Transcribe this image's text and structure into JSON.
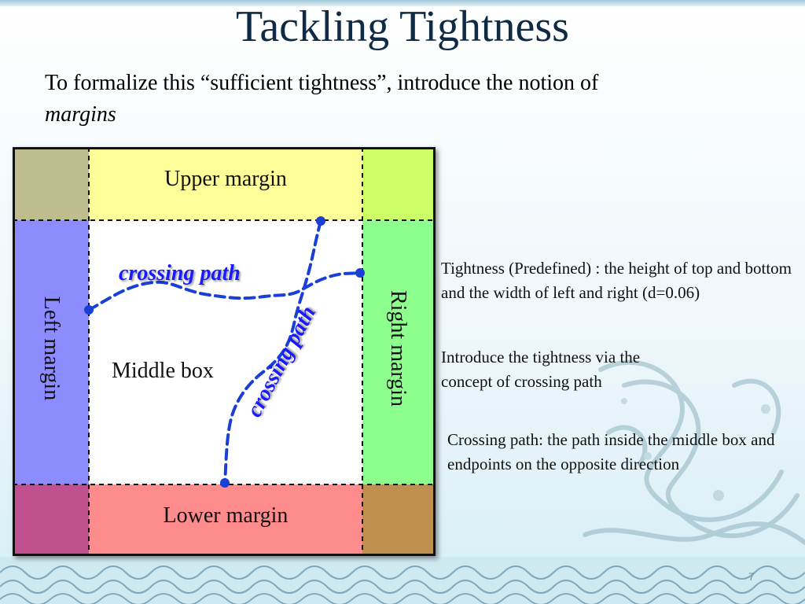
{
  "slide": {
    "title": "Tackling Tightness",
    "intro_text": "To formalize this “sufficient tightness”, introduce the notion of",
    "intro_emphasis": "margins",
    "page_number": "7"
  },
  "diagram": {
    "upper_margin": "Upper margin",
    "lower_margin": "Lower margin",
    "left_margin": "Left margin",
    "right_margin": "Right margin",
    "middle_box": "Middle box",
    "path_label_horizontal": "crossing path",
    "path_label_vertical": "crossing path",
    "colors": {
      "corner_top_left": "#bdbd8e",
      "upper": "#ffff99",
      "corner_top_right": "#ccff66",
      "left": "#8c8cff",
      "middle": "#ffffff",
      "right": "#8cff8c",
      "corner_bottom_left": "#c05090",
      "lower": "#ff8c8c",
      "corner_bottom_right": "#bf8f50",
      "path": "#1a3fd6",
      "path_label": "#1a1aff"
    }
  },
  "notes": {
    "tightness": "Tightness (Predefined) : the height of top and bottom and the width of left and right (d=0.06)",
    "introduce": "Introduce the tightness via the concept of crossing path",
    "crossing_path": "Crossing path: the path inside the middle box and endpoints on the opposite direction"
  }
}
